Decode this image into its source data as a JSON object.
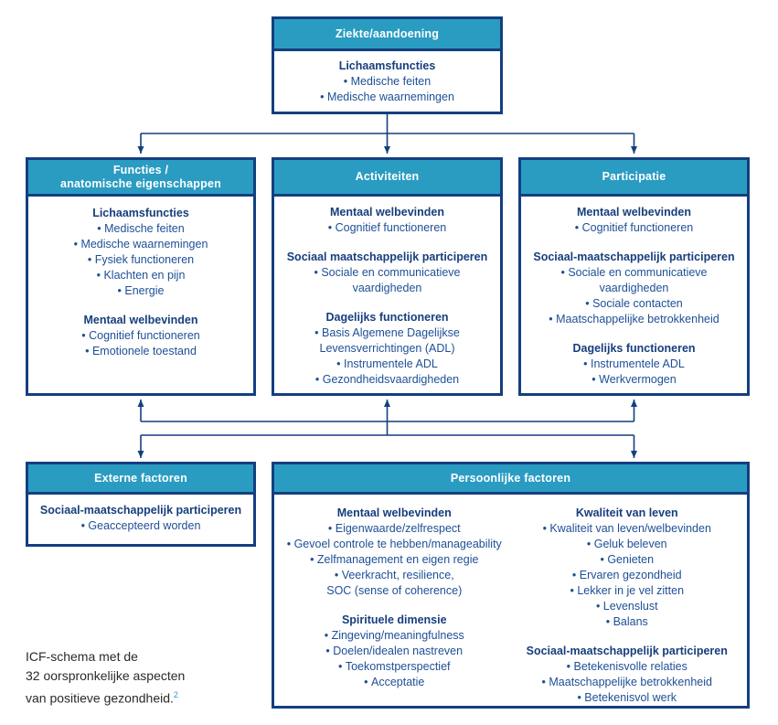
{
  "colors": {
    "header_teal": "#2a9cc2",
    "border_navy": "#143f80",
    "heading_text": "#173e7d",
    "body_text": "#1e4f96",
    "caption_text": "#2b2a28"
  },
  "boxes": {
    "ziekte": {
      "title": "Ziekte/aandoening",
      "sections": [
        {
          "heading": "Lichaamsfuncties",
          "items": [
            "Medische feiten",
            "Medische waarnemingen"
          ]
        }
      ]
    },
    "functies": {
      "title": "Functies /\nanatomische eigenschappen",
      "sections": [
        {
          "heading": "Lichaamsfuncties",
          "items": [
            "Medische feiten",
            "Medische waarnemingen",
            "Fysiek functioneren",
            "Klachten en pijn",
            "Energie"
          ]
        },
        {
          "heading": "Mentaal welbevinden",
          "items": [
            "Cognitief functioneren",
            "Emotionele toestand"
          ]
        }
      ]
    },
    "activiteiten": {
      "title": "Activiteiten",
      "sections": [
        {
          "heading": "Mentaal welbevinden",
          "items": [
            "Cognitief functioneren"
          ]
        },
        {
          "heading": "Sociaal maatschappelijk participeren",
          "items": [
            "Sociale en communicatieve\nvaardigheden"
          ]
        },
        {
          "heading": "Dagelijks functioneren",
          "items": [
            "Basis Algemene Dagelijkse\nLevensverrichtingen (ADL)",
            "Instrumentele ADL",
            "Gezondheidsvaardigheden"
          ]
        }
      ]
    },
    "participatie": {
      "title": "Participatie",
      "sections": [
        {
          "heading": "Mentaal welbevinden",
          "items": [
            "Cognitief functioneren"
          ]
        },
        {
          "heading": "Sociaal-maatschappelijk participeren",
          "items": [
            "Sociale en communicatieve\nvaardigheden",
            "Sociale contacten",
            "Maatschappelijke betrokkenheid"
          ]
        },
        {
          "heading": "Dagelijks functioneren",
          "items": [
            "Instrumentele ADL",
            "Werkvermogen"
          ]
        }
      ]
    },
    "externe": {
      "title": "Externe factoren",
      "sections": [
        {
          "heading": "Sociaal-maatschappelijk participeren",
          "items": [
            "Geaccepteerd worden"
          ]
        }
      ]
    },
    "persoonlijke": {
      "title": "Persoonlijke factoren",
      "columns": [
        {
          "sections": [
            {
              "heading": "Mentaal welbevinden",
              "items": [
                "Eigenwaarde/zelfrespect",
                "Gevoel controle te hebben/manageability",
                "Zelfmanagement en eigen regie",
                "Veerkracht, resilience,\nSOC (sense of coherence)"
              ]
            },
            {
              "heading": "Spirituele dimensie",
              "items": [
                "Zingeving/meaningfulness",
                "Doelen/idealen nastreven",
                "Toekomstperspectief",
                "Acceptatie"
              ]
            }
          ]
        },
        {
          "sections": [
            {
              "heading": "Kwaliteit van leven",
              "items": [
                "Kwaliteit van leven/welbevinden",
                "Geluk beleven",
                "Genieten",
                "Ervaren gezondheid",
                "Lekker in je vel zitten",
                "Levenslust",
                "Balans"
              ]
            },
            {
              "heading": "Sociaal-maatschappelijk participeren",
              "items": [
                "Betekenisvolle relaties",
                "Maatschappelijke betrokkenheid",
                "Betekenisvol werk"
              ]
            }
          ]
        }
      ]
    }
  },
  "caption": {
    "line1": "ICF-schema met de",
    "line2": "32 oorspronkelijke aspecten",
    "line3": "van positieve gezondheid.",
    "superscript": "2"
  }
}
